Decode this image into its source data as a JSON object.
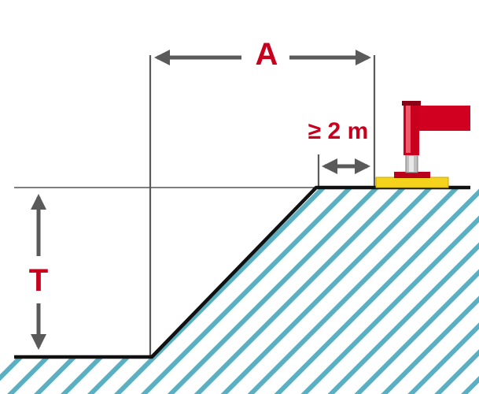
{
  "labels": {
    "width_label": "A",
    "clearance_label": "≥ 2 m",
    "depth_label": "T"
  },
  "colors": {
    "hatch": "#5ab0c2",
    "outline": "#111111",
    "dimension": "#5a5a5a",
    "reference_line": "#555555",
    "label_text": "#c8001e",
    "flag_red": "#d10021",
    "base_plate": "#f5d31c"
  },
  "icons": {
    "device": "drill-rig-with-flag-icon"
  }
}
